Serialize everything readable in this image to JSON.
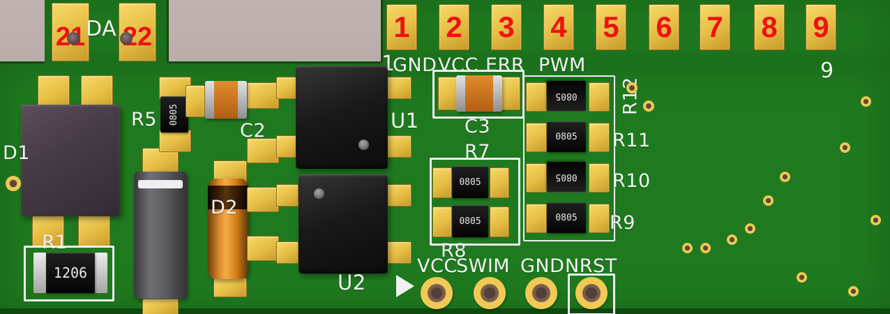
{
  "colors": {
    "background": "#b6a7a5",
    "board_green": "#1f7a1f",
    "pad_gold": "#e7bf45",
    "silkscreen_white": "#f3f3f3",
    "annotation_red": "#ee1212",
    "ic_black": "#191919",
    "capacitor_orange": "#d9882b"
  },
  "connector_tab": {
    "pad_numbers": [
      "21",
      "22"
    ],
    "silk_label": "DA"
  },
  "top_pad_row": {
    "pad_numbers": [
      "1",
      "2",
      "3",
      "4",
      "5",
      "6",
      "7",
      "8",
      "9"
    ],
    "pin1_silk": "1",
    "pin9_silk": "9",
    "net_labels": [
      "GND",
      "VCC",
      "ERR",
      "PWM"
    ]
  },
  "components": {
    "d1": {
      "refdes": "D1"
    },
    "r1": {
      "refdes": "R1",
      "marking": "1206"
    },
    "r5": {
      "refdes": "R5",
      "marking": "0805"
    },
    "c2": {
      "refdes": "C2"
    },
    "d2": {
      "refdes": "D2"
    },
    "u1": {
      "refdes": "U1"
    },
    "u2": {
      "refdes": "U2"
    },
    "c3": {
      "refdes": "C3"
    },
    "r7": {
      "refdes": "R7",
      "marking": "0805"
    },
    "r8": {
      "refdes": "R8",
      "marking": "0805"
    },
    "r9": {
      "refdes": "R9",
      "marking": "0805"
    },
    "r10": {
      "refdes": "R10",
      "marking": "0805"
    },
    "r11": {
      "refdes": "R11",
      "marking": "0805"
    },
    "r12": {
      "refdes": "R12",
      "marking": "0805"
    }
  },
  "programming_header": {
    "labels": [
      "VCC",
      "SWIM",
      "GND",
      "NRST"
    ]
  }
}
